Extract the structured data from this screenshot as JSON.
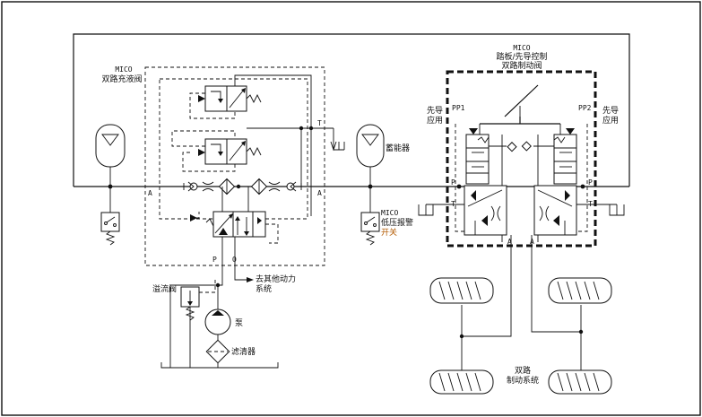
{
  "labels": {
    "charge_valve_brand": "MICO",
    "charge_valve_name": "双路充液阀",
    "brake_valve_brand": "MICO",
    "brake_valve_line1": "踏板/先导控制",
    "brake_valve_line2": "双路制动阀",
    "pilot_left_line1": "先导",
    "pilot_left_line2": "应用",
    "pilot_right_line1": "先导",
    "pilot_right_line2": "应用",
    "accumulator": "蓄能器",
    "low_pressure_brand": "MICO",
    "low_pressure_line1": "低压报警",
    "low_pressure_line2": "开关",
    "relief_valve": "溢流阀",
    "pump": "泵",
    "filter": "滤清器",
    "other_power_line1": "去其他动力",
    "other_power_line2": "系统",
    "dual_brake_line1": "双路",
    "dual_brake_line2": "制动系统"
  },
  "ports": {
    "a_left_outer": "A",
    "a_left_inner": "A",
    "t_charge": "T",
    "p_charge": "P",
    "o_charge": "O",
    "pp1": "PP1",
    "pp2": "PP2",
    "p_left": "P",
    "p_right": "P",
    "t_left": "T",
    "t_right": "T",
    "a_bottom_left": "A",
    "a_bottom_right": "A"
  }
}
